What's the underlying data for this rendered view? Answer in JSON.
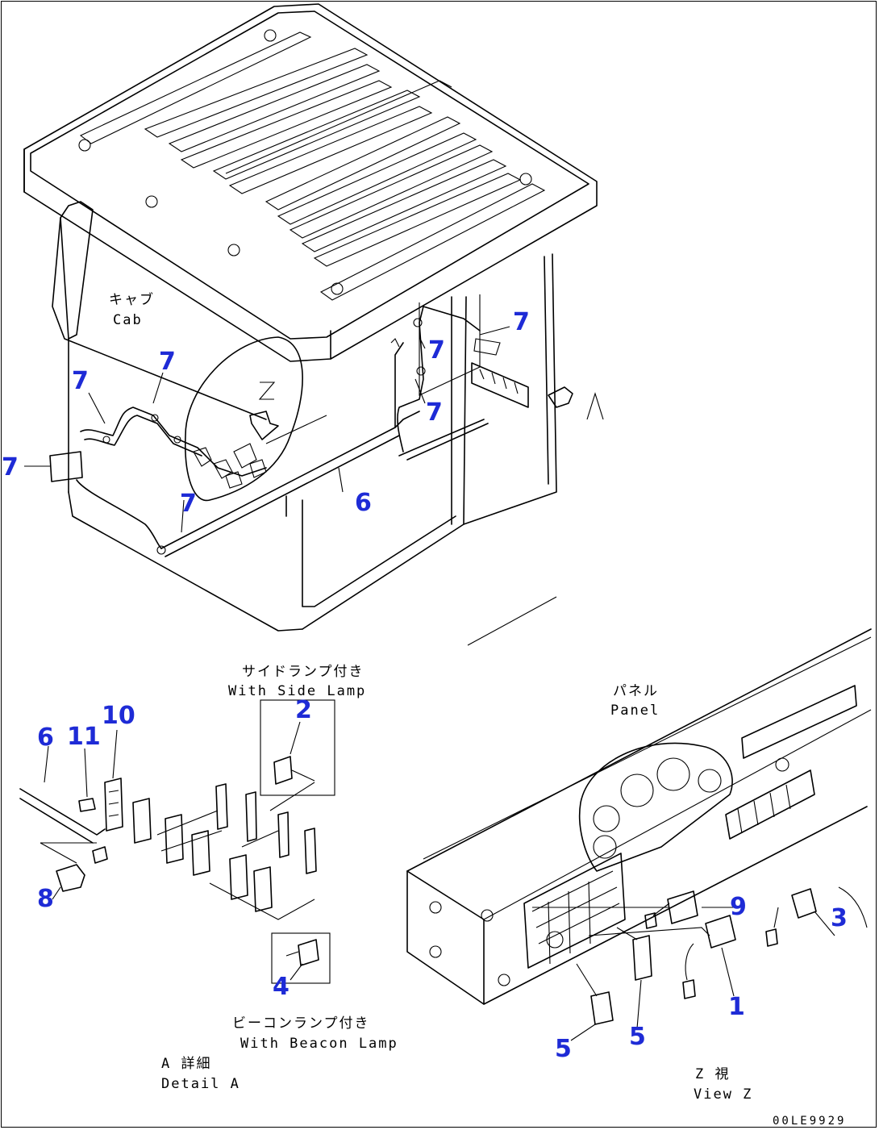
{
  "labels": {
    "cab_jp": "キャブ",
    "cab_en": "Cab",
    "view_letter_z": "Z",
    "view_letter_a": "A",
    "side_lamp_jp": "サイドランプ付き",
    "side_lamp_en": "With Side Lamp",
    "panel_jp": "パネル",
    "panel_en": "Panel",
    "beacon_jp": "ビーコンランプ付き",
    "beacon_en": "With Beacon Lamp",
    "detail_jp": "A 詳細",
    "detail_en": "Detail A",
    "view_jp": "Z 視",
    "view_en": "View Z",
    "drawing_code": "00LE9929"
  },
  "callouts": {
    "c7a": "7",
    "c7b": "7",
    "c7c": "7",
    "c7d": "7",
    "c7e": "7",
    "c7f": "7",
    "c7g": "7",
    "c6a": "6",
    "c6b": "6",
    "c2": "2",
    "c10": "10",
    "c11": "11",
    "c8": "8",
    "c4": "4",
    "c9": "9",
    "c3": "3",
    "c1": "1",
    "c5a": "5",
    "c5b": "5"
  },
  "colors": {
    "callout": "#1e2bd6",
    "line": "#000000",
    "background": "#ffffff"
  }
}
